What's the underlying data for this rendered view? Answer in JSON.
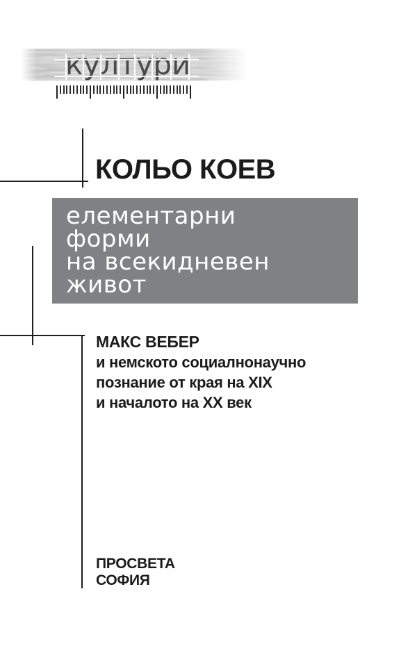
{
  "series_logo": {
    "text": "култури"
  },
  "ruler": {
    "tick_count": 41,
    "major_every": 10
  },
  "author": {
    "name": "КОЛЬО КОЕВ"
  },
  "title": {
    "lines": [
      "елементарни",
      "форми",
      "на всекидневен",
      "живот"
    ],
    "background": "#7f8185",
    "text_color": "#ffffff"
  },
  "subtitle": {
    "lines": [
      "МАКС ВЕБЕР",
      "и немското социалнонаучно",
      "познание от края на XIX",
      "и началото на XX век"
    ]
  },
  "publisher": {
    "name": "ПРОСВЕТА",
    "city": "СОФИЯ"
  },
  "colors": {
    "text": "#1b1b1b",
    "crop_marks": "#1f1f1f",
    "logo_text": "#4a4a4a",
    "title_box": "#7f8185"
  }
}
